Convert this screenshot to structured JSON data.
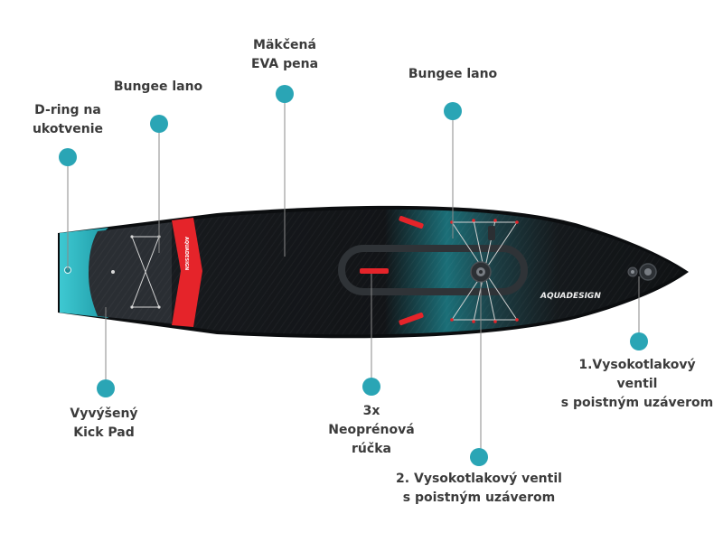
{
  "colors": {
    "teal_dot": "#2aa5b5",
    "leader_line": "#8a8a8a",
    "label_text": "#3b3b3b",
    "board_dark": "#15181b",
    "board_teal": "#2bb9c4",
    "accent_red": "#e5242a"
  },
  "board": {
    "brand": "AQUADESIGN",
    "stripe_brand": "AQUADESIGN"
  },
  "callouts": {
    "d_ring": {
      "lines": [
        "D-ring na",
        "ukotvenie"
      ]
    },
    "bungee_rear": {
      "lines": [
        "Bungee lano"
      ]
    },
    "eva": {
      "lines": [
        "Mäkčená",
        "EVA pena"
      ]
    },
    "bungee_front": {
      "lines": [
        "Bungee lano"
      ]
    },
    "kick_pad": {
      "lines": [
        "Vyvýšený",
        "Kick Pad"
      ]
    },
    "handles": {
      "lines": [
        "3x",
        "Neoprénová",
        "rúčka"
      ]
    },
    "valve_2": {
      "lines": [
        "2. Vysokotlakový ventil",
        "s poistným uzáverom"
      ]
    },
    "valve_1": {
      "lines": [
        "1.Vysokotlakový",
        "ventil",
        "s poistným uzáverom"
      ]
    }
  }
}
